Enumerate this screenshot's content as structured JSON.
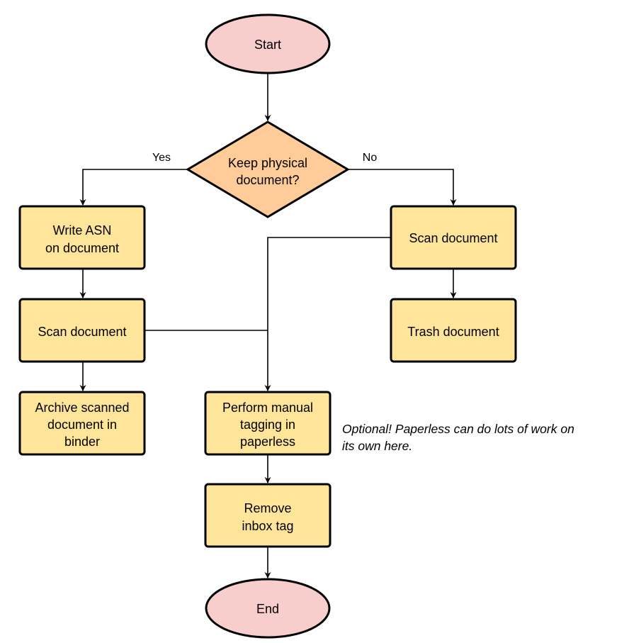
{
  "colors": {
    "terminal": "#f8cecc",
    "decision": "#ffcc99",
    "process": "#ffe599",
    "stroke": "#000000"
  },
  "nodes": {
    "start": {
      "lines": [
        "Start"
      ]
    },
    "decision": {
      "lines": [
        "Keep physical",
        "document?"
      ]
    },
    "write_asn": {
      "lines": [
        "Write ASN",
        "on document"
      ]
    },
    "scan_left": {
      "lines": [
        "Scan document"
      ]
    },
    "archive": {
      "lines": [
        "Archive scanned",
        "document in",
        "binder"
      ]
    },
    "scan_right": {
      "lines": [
        "Scan document"
      ]
    },
    "trash": {
      "lines": [
        "Trash document"
      ]
    },
    "manual_tagging": {
      "lines": [
        "Perform manual",
        "tagging in",
        "paperless"
      ]
    },
    "remove_inbox": {
      "lines": [
        "Remove",
        "inbox tag"
      ]
    },
    "end": {
      "lines": [
        "End"
      ]
    }
  },
  "edge_labels": {
    "yes": "Yes",
    "no": "No"
  },
  "note": {
    "lines": [
      "Optional! Paperless can do lots of work on",
      "its own here."
    ]
  }
}
